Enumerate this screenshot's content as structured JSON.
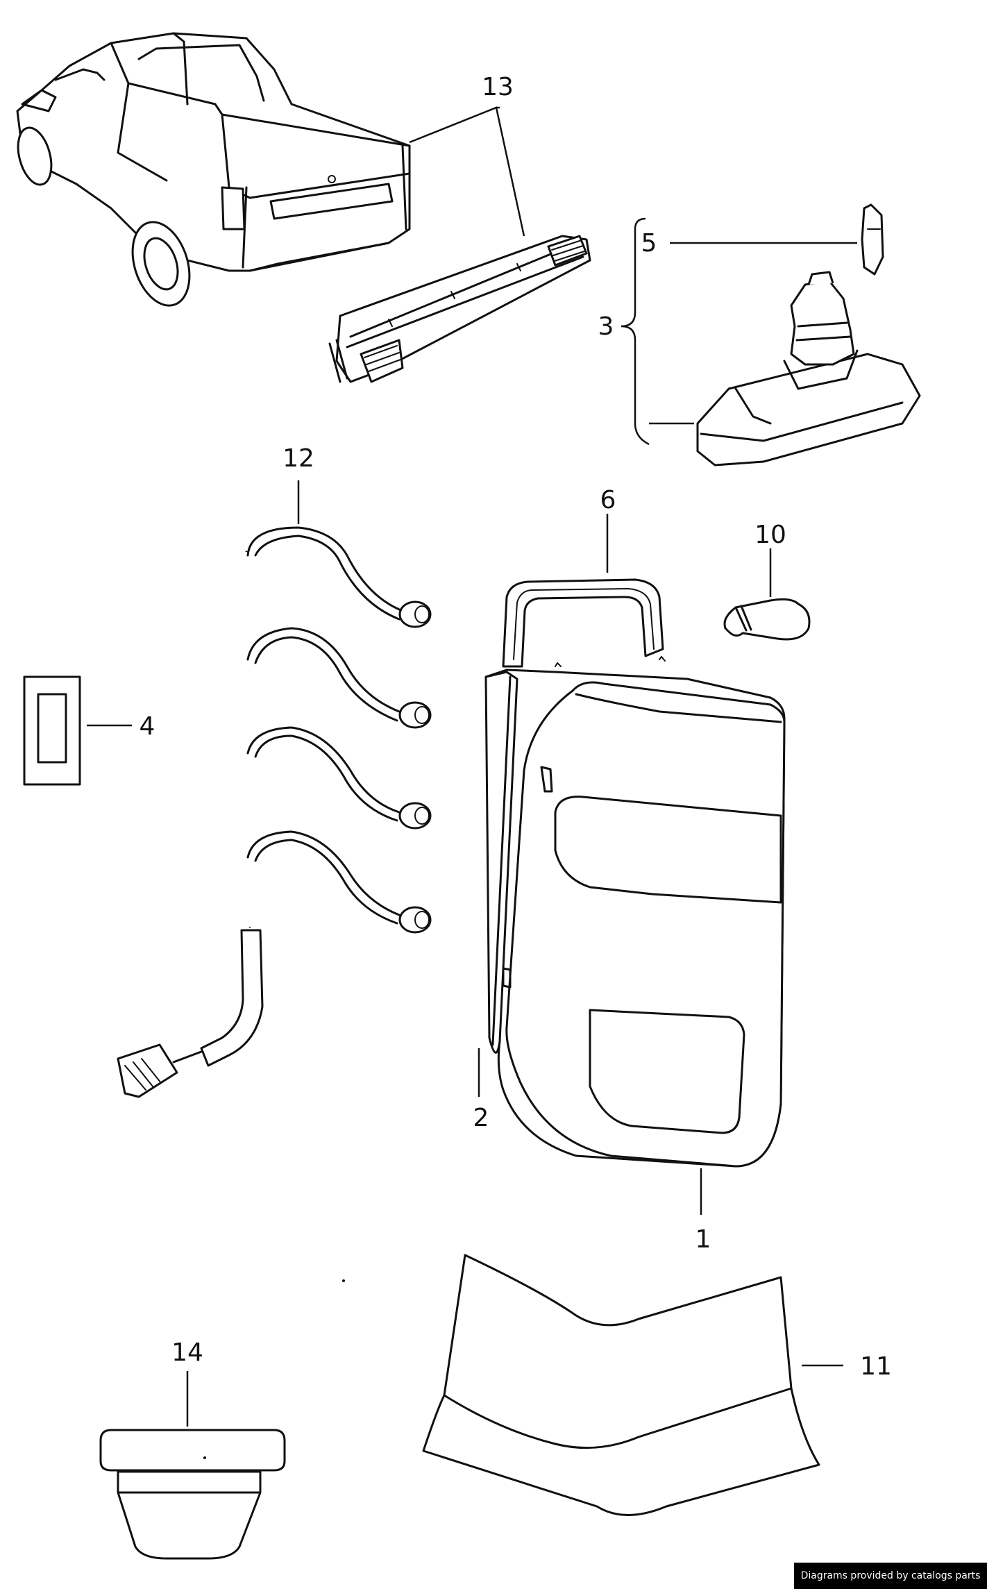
{
  "callouts": {
    "c1": "1",
    "c2": "2",
    "c3": "3",
    "c4": "4",
    "c5": "5",
    "c6": "6",
    "c10": "10",
    "c11": "11",
    "c12": "12",
    "c13": "13",
    "c14": "14"
  },
  "credit": "Diagrams provided by catalogs parts"
}
